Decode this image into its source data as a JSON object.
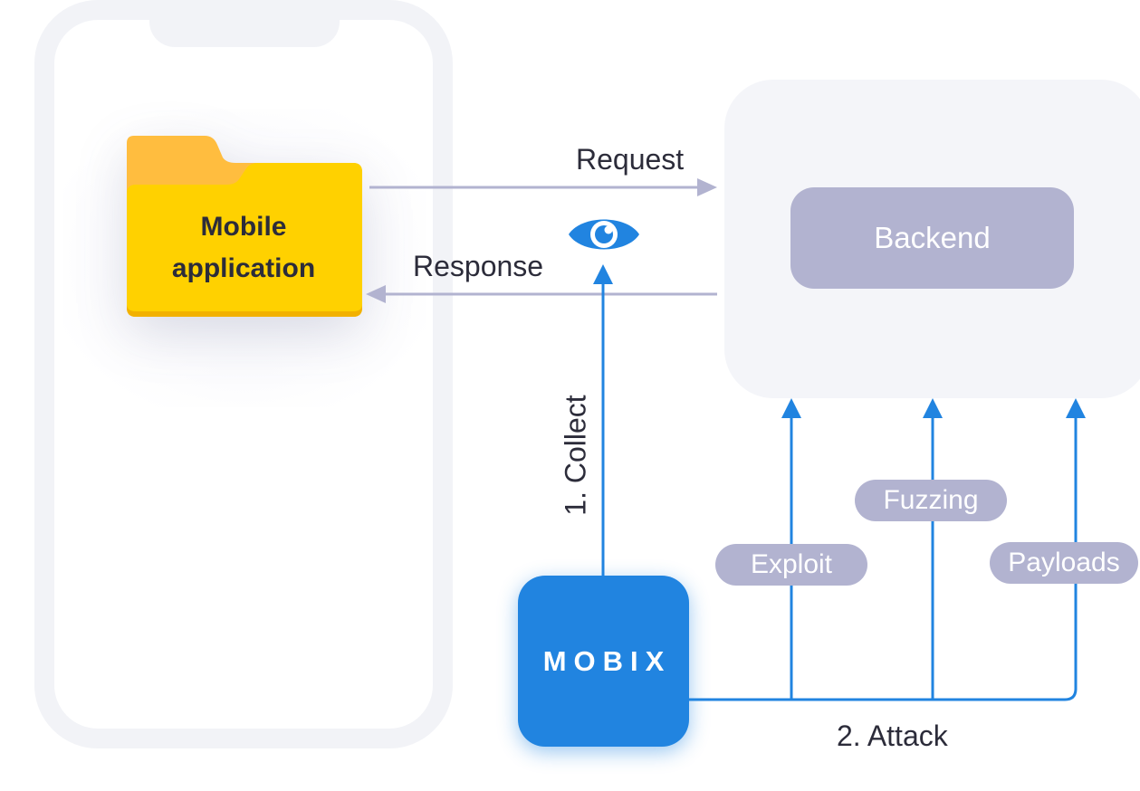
{
  "diagram": {
    "app_label": "Mobile application",
    "backend_label": "Backend",
    "tool_label": "MOBIX",
    "request_label": "Request",
    "response_label": "Response",
    "collect_label": "1. Collect",
    "attack_label": "2. Attack",
    "attack_types": [
      "Exploit",
      "Fuzzing",
      "Payloads"
    ]
  },
  "colors": {
    "folder_yellow": "#ffd100",
    "folder_tab": "#ffbd3f",
    "tool_blue": "#2184e0",
    "backend_purple": "#b2b3d0",
    "flow_line": "#b2b3d0",
    "attack_line": "#2184e0"
  },
  "icons": {
    "app": "folder-icon",
    "monitor": "eye-icon"
  }
}
